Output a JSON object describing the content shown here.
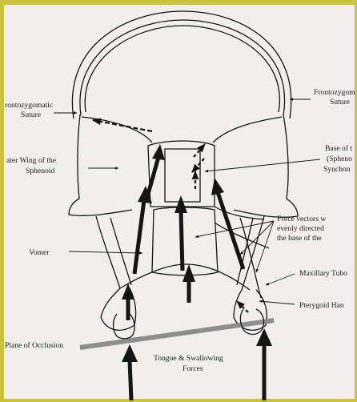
{
  "labels": {
    "frontozygomatic_left": [
      "rontozygomatic",
      "Suture"
    ],
    "frontozygomatic_right": [
      "Frontozygom",
      "Suture"
    ],
    "greater_wing": [
      "ater Wing of the",
      "Sphenoid"
    ],
    "base_sphenoid": [
      "Base of t",
      "(Spheno",
      "Synchon"
    ],
    "force_vectors": [
      "Force vectors w",
      "evenly directed",
      "the base of the"
    ],
    "vomer": "Vomer",
    "maxillary_tuberosity": "Maxillary Tubo",
    "pterygoid_hamulus": "Pterygoid Han",
    "plane_of_occlusion": "Plane of Occlusion",
    "tongue_swallowing": [
      "Tongue & Swallowing",
      "Forces"
    ]
  },
  "colors": {
    "frame": "#c9c33e",
    "paper": "#f1eeeb",
    "ink": "#151515",
    "occlusion_plane": "#8e8e8e"
  }
}
